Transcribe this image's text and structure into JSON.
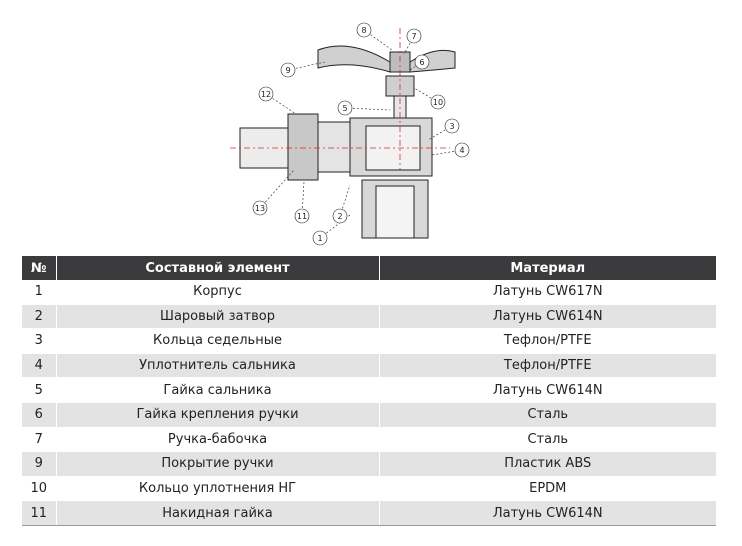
{
  "callouts": [
    "1",
    "2",
    "3",
    "4",
    "5",
    "6",
    "7",
    "8",
    "9",
    "10",
    "11",
    "12",
    "13"
  ],
  "table": {
    "headers": [
      "№",
      "Составной элемент",
      "Материал"
    ],
    "rows": [
      {
        "n": "1",
        "element": "Корпус",
        "material": "Латунь CW617N"
      },
      {
        "n": "2",
        "element": "Шаровый затвор",
        "material": "Латунь CW614N"
      },
      {
        "n": "3",
        "element": "Кольца седельные",
        "material": "Тефлон/PTFE"
      },
      {
        "n": "4",
        "element": "Уплотнитель сальника",
        "material": "Тефлон/PTFE"
      },
      {
        "n": "5",
        "element": "Гайка сальника",
        "material": "Латунь CW614N"
      },
      {
        "n": "6",
        "element": "Гайка крепления ручки",
        "material": "Сталь"
      },
      {
        "n": "7",
        "element": "Ручка-бабочка",
        "material": "Сталь"
      },
      {
        "n": "9",
        "element": "Покрытие ручки",
        "material": "Пластик ABS"
      },
      {
        "n": "10",
        "element": "Кольцо уплотнения НГ",
        "material": "EPDM"
      },
      {
        "n": "11",
        "element": "Накидная гайка",
        "material": "Латунь CW614N"
      }
    ]
  },
  "colors": {
    "header_bg": "#3b3b3d",
    "row_alt": "#e3e3e3",
    "centerline": "#e0262b"
  }
}
